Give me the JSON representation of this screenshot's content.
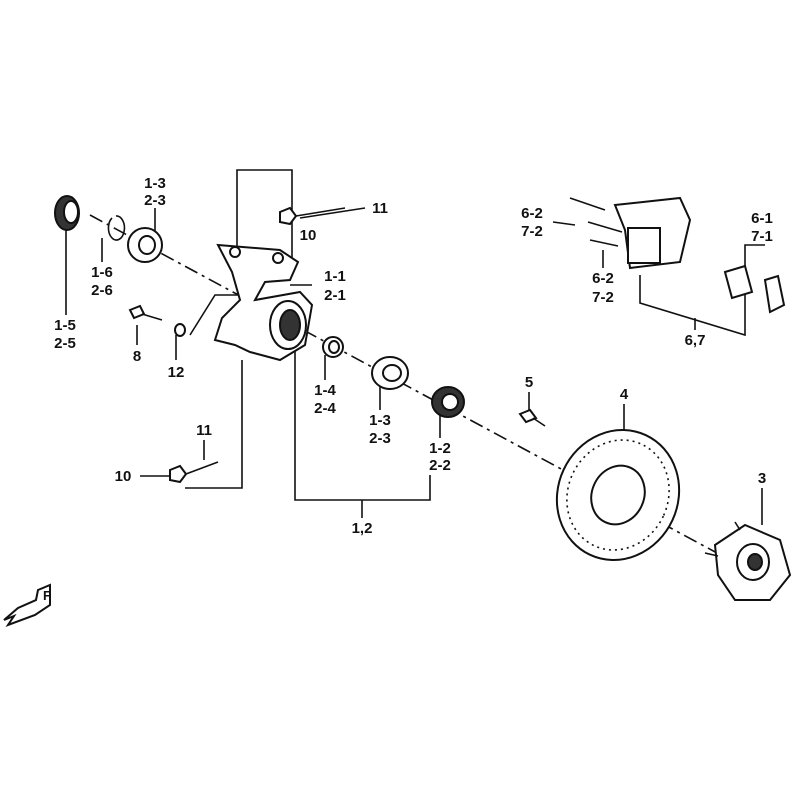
{
  "direction_marker": "F",
  "labels": {
    "seal_outer_top": "1-3",
    "seal_outer_bot": "2-3",
    "circlip_top": "1-6",
    "circlip_bot": "2-6",
    "oilseal_top": "1-5",
    "oilseal_bot": "2-5",
    "bolt8": "8",
    "washer12": "12",
    "bolt11_top": "11",
    "nut10_top": "10",
    "knuckle_top": "1-1",
    "knuckle_bot": "2-1",
    "spacer_top": "1-4",
    "spacer_bot": "2-4",
    "bearing_top": "1-3",
    "bearing_bot": "2-3",
    "seal_inner_top": "1-2",
    "seal_inner_bot": "2-2",
    "bolt11_bot": "11",
    "nut10_bot": "10",
    "assembly": "1,2",
    "bolt5": "5",
    "disc4": "4",
    "hub3": "3",
    "bleeder_top": "6-2",
    "bleeder_bot": "7-2",
    "pin_top": "6-2",
    "pin_bot": "7-2",
    "pads_top": "6-1",
    "pads_bot": "7-1",
    "caliper": "6,7"
  }
}
